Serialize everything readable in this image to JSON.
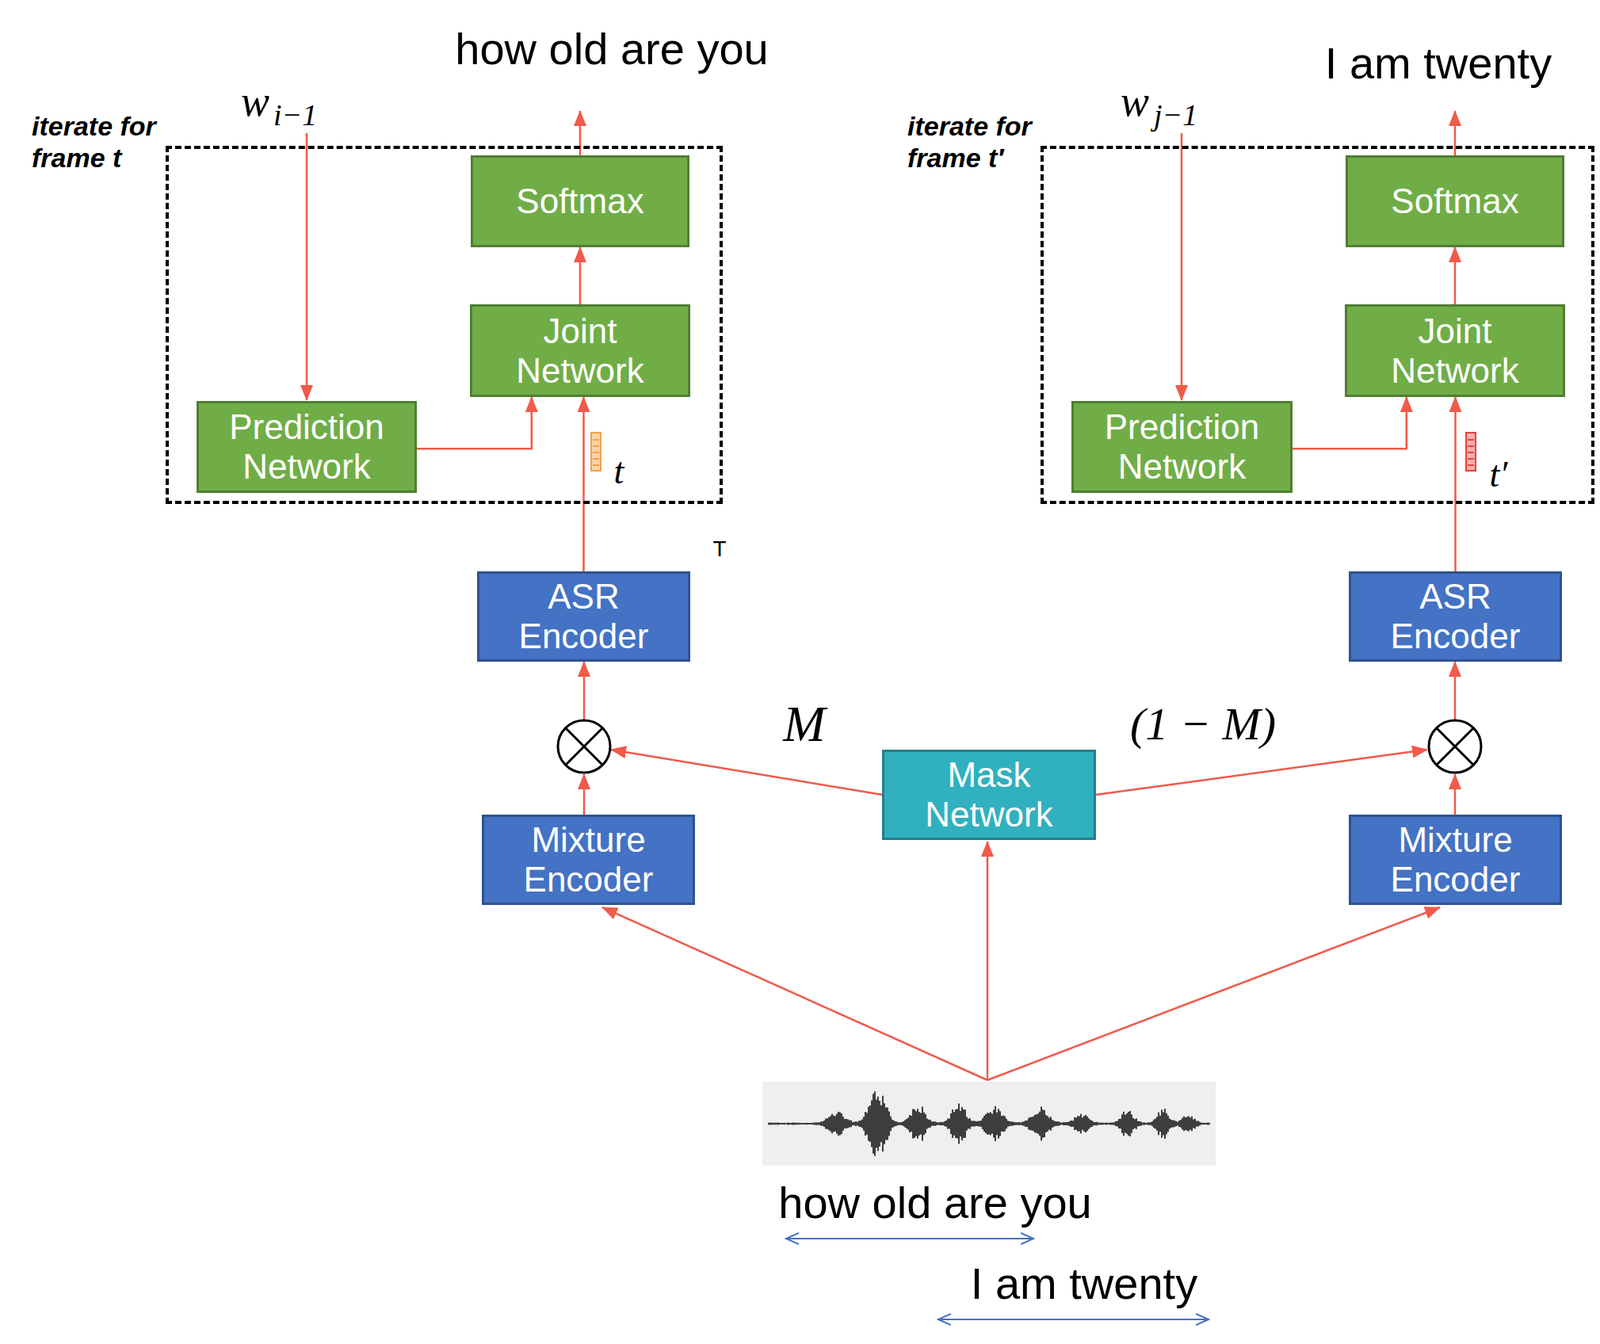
{
  "diagram": {
    "nodes": [
      {
        "text": [
          "iterate for frame t"
        ]
      },
      {
        "text": [
          "Softmax"
        ],
        "in": 0
      },
      {
        "text": [
          "Joint Network"
        ],
        "in": 0
      },
      {
        "text": [
          "Prediction Network"
        ],
        "in": 0
      },
      {
        "text": [
          "iterate for frame t′"
        ]
      },
      {
        "text": [
          "Softmax"
        ],
        "in": 4
      },
      {
        "text": [
          "Joint Network"
        ],
        "in": 4
      },
      {
        "text": [
          "Prediction Network"
        ],
        "in": 4
      },
      {
        "text": [
          "ASR Encoder"
        ]
      },
      {
        "text": [
          "ASR Encoder"
        ]
      },
      {
        "text": [
          "Mask Network"
        ]
      },
      {
        "text": [
          "Mixture Encoder"
        ]
      },
      {
        "text": [
          "Mixture Encoder"
        ]
      }
    ],
    "edges": [
      {
        "from": 3,
        "to": 2,
        "arrow": "to"
      },
      {
        "from": 2,
        "to": 1,
        "arrow": "to"
      },
      {
        "from": 8,
        "to": 2,
        "arrow": "to"
      },
      {
        "from": 7,
        "to": 6,
        "arrow": "to"
      },
      {
        "from": 6,
        "to": 5,
        "arrow": "to"
      },
      {
        "from": 9,
        "to": 6,
        "arrow": "to"
      }
    ],
    "labels": [
      "how old are you",
      "I am twenty",
      "w",
      "i−1",
      "w",
      "j−1",
      "t",
      "t′",
      "T",
      "M",
      "(1 − M)",
      "how old are you",
      "I am twenty"
    ]
  }
}
